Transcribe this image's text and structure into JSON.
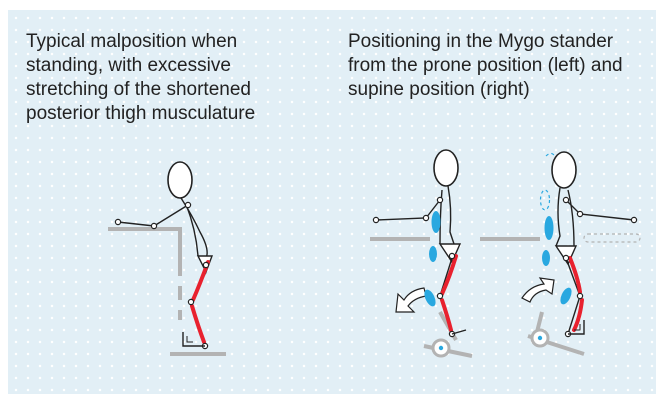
{
  "left_panel": {
    "caption_lines": [
      "Typical malposition when",
      "standing, with excessive",
      "stretching of the shortened",
      "posterior thigh musculature"
    ]
  },
  "right_panel": {
    "caption_lines": [
      "Positioning in the Mygo stander",
      "from the prone position (left) and",
      "supine position (right)"
    ]
  },
  "colors": {
    "background": "#e2eff6",
    "dots": "#ffffff",
    "line": "#222222",
    "muscle": "#e8212e",
    "pad": "#29a8e0",
    "device": "#b3b3b3"
  }
}
